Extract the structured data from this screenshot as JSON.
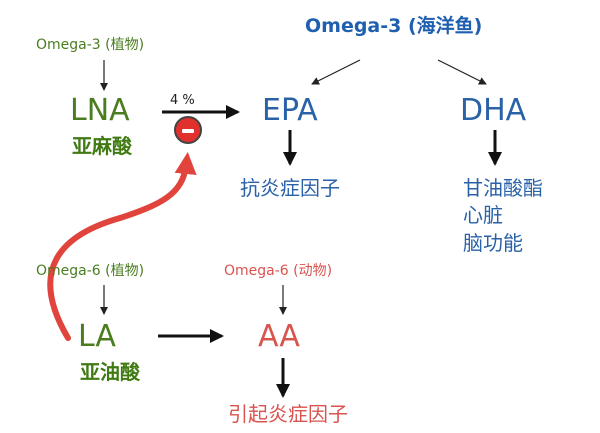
{
  "top_title": "Omega-3 (海洋鱼)",
  "plant_omega3": "Omega-3 (植物)",
  "lna": "LNA",
  "lna_cn": "亚麻酸",
  "percent": "4 %",
  "epa": "EPA",
  "dha": "DHA",
  "epa_effect": "抗炎症因子",
  "dha_effects": [
    "甘油酸酯",
    "心脏",
    "脑功能"
  ],
  "plant_omega6": "Omega-6 (植物)",
  "la": "LA",
  "la_cn": "亚油酸",
  "animal_omega6": "Omega-6 (动物)",
  "aa": "AA",
  "aa_effect": "引起炎症因子"
}
